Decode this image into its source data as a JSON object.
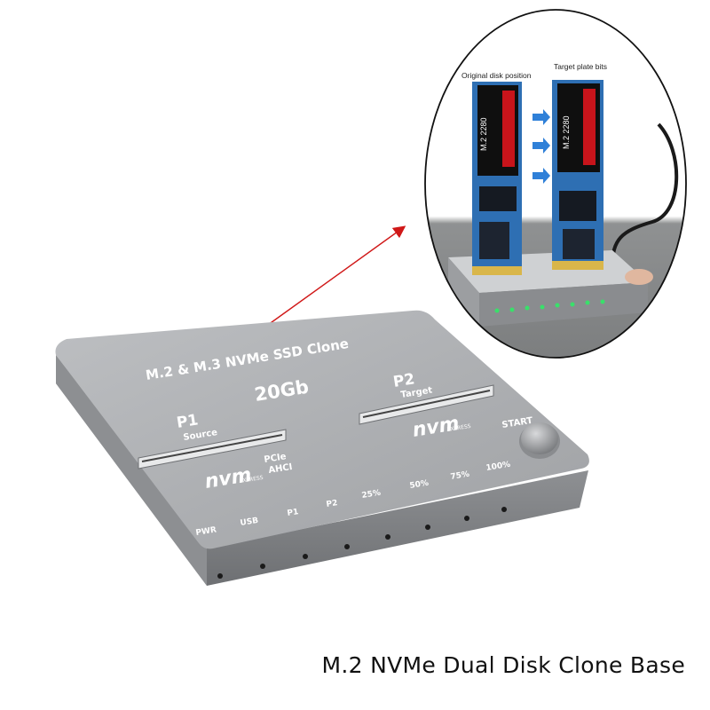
{
  "product": {
    "top_label": "M.2 & M.3 NVMe SSD Clone",
    "speed": "20Gb",
    "slot1_label": "P1",
    "slot1_sub": "Source",
    "slot2_label": "P2",
    "slot2_sub": "Target",
    "nvm_logo_text": "nvm",
    "nvm_logo_sub": "EXPRESS",
    "pcie_label": "PCIe",
    "ahci_label": "AHCI",
    "start_label": "START",
    "led_labels": [
      "PWR",
      "USB",
      "P1",
      "P2",
      "25%",
      "50%",
      "75%",
      "100%"
    ]
  },
  "inset": {
    "original_label": "Original disk position",
    "target_label": "Target plate bits",
    "ssd_model_text": "M.2 2280"
  },
  "caption": "M.2 NVMe Dual Disk Clone Base",
  "colors": {
    "case": "#a9abae",
    "case_dark": "#7f8184",
    "pcb": "#2e6fb3",
    "arrow": "#d01818",
    "led_green": "#39e06a"
  }
}
